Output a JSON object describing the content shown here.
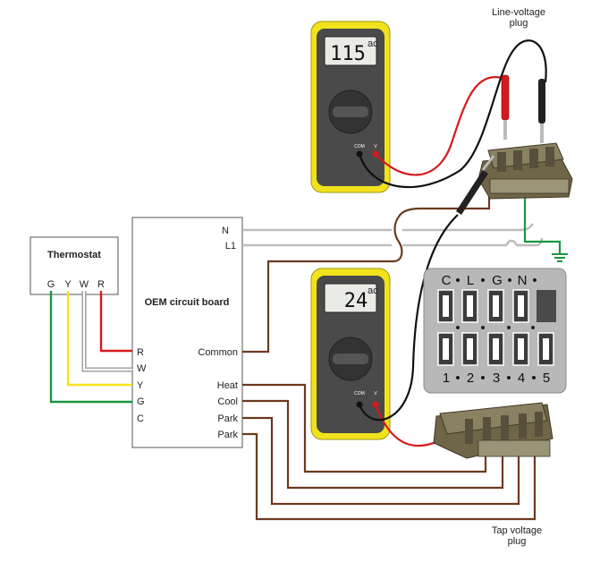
{
  "labels": {
    "line_plug": [
      "Line-voltage",
      "plug"
    ],
    "tap_plug": [
      "Tap voltage",
      "plug"
    ],
    "thermostat": "Thermostat",
    "board": "OEM circuit board",
    "n": "N",
    "l1": "L1",
    "common": "Common",
    "heat": "Heat",
    "cool": "Cool",
    "park1": "Park",
    "park2": "Park"
  },
  "thermostat_terminals": [
    "G",
    "Y",
    "W",
    "R"
  ],
  "board_terminals": [
    "R",
    "W",
    "Y",
    "G",
    "C"
  ],
  "meter_top": {
    "reading": "115",
    "unit": "ac",
    "com_label": "COM",
    "v_label": "V"
  },
  "meter_bottom": {
    "reading": "24",
    "unit": "ac",
    "com_label": "COM",
    "v_label": "V"
  },
  "pinout": {
    "top_row": [
      "C",
      "•",
      "L",
      "•",
      "G",
      "•",
      "N",
      "•"
    ],
    "bottom_row": [
      "1",
      "•",
      "2",
      "•",
      "3",
      "•",
      "4",
      "•",
      "5"
    ]
  },
  "colors": {
    "brown": "#6b3a1f",
    "red": "#d7191c",
    "yellow": "#f4e31a",
    "green": "#1a9641",
    "gray": "#b5b5b5",
    "white_wire": "#dcdcdc",
    "meter_body": "#f2e21c",
    "meter_face": "#4a4a4a",
    "plug": "#6f6547"
  }
}
